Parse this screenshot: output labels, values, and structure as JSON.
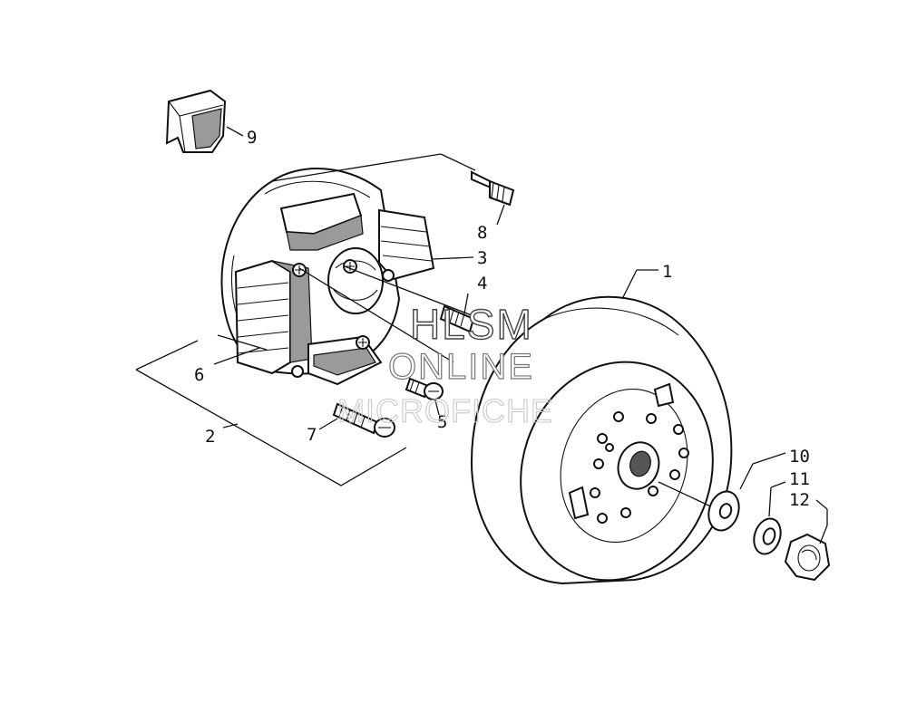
{
  "callouts": [
    {
      "id": "1",
      "label": "1"
    },
    {
      "id": "2",
      "label": "2"
    },
    {
      "id": "3",
      "label": "3"
    },
    {
      "id": "4",
      "label": "4"
    },
    {
      "id": "5",
      "label": "5"
    },
    {
      "id": "6",
      "label": "6"
    },
    {
      "id": "7",
      "label": "7"
    },
    {
      "id": "8",
      "label": "8"
    },
    {
      "id": "9",
      "label": "9"
    },
    {
      "id": "10",
      "label": "10"
    },
    {
      "id": "11",
      "label": "11"
    },
    {
      "id": "12",
      "label": "12"
    }
  ],
  "watermark": {
    "line1": "HLSM",
    "line2": "ONLINE",
    "line3": "MICROFICHE"
  }
}
